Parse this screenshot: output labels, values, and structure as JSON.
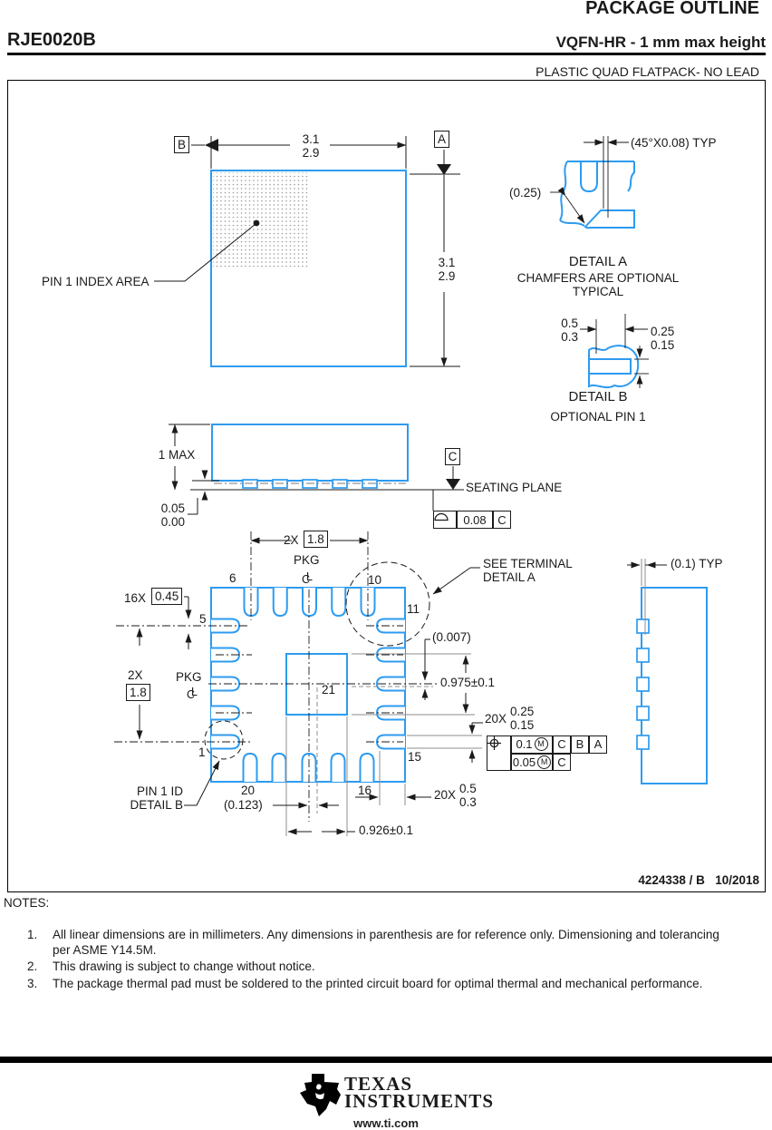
{
  "header": {
    "title": "PACKAGE OUTLINE",
    "part_number": "RJE0020B",
    "package_title": "VQFN-HR - 1 mm max height",
    "package_subtitle": "PLASTIC QUAD FLATPACK- NO LEAD"
  },
  "top_view": {
    "datum_a": "A",
    "datum_b": "B",
    "width_dim": {
      "max": "3.1",
      "min": "2.9"
    },
    "height_dim": {
      "max": "3.1",
      "min": "2.9"
    },
    "pin1_label": "PIN 1 INDEX AREA"
  },
  "detail_a": {
    "chamfer_dim": "(45°X0.08) TYP",
    "width_ref": "(0.25)",
    "title": "DETAIL A",
    "line1": "CHAMFERS ARE OPTIONAL",
    "line2": "TYPICAL"
  },
  "detail_b": {
    "len_dim": {
      "max": "0.5",
      "min": "0.3"
    },
    "th_dim": {
      "max": "0.25",
      "min": "0.15"
    },
    "title": "DETAIL B",
    "subtitle": "OPTIONAL PIN 1"
  },
  "side_view": {
    "height_dim": "1 MAX",
    "standoff": {
      "max": "0.05",
      "min": "0.00"
    },
    "datum_c": "C",
    "seating_label": "SEATING PLANE",
    "flatness": {
      "tol": "0.08",
      "datum": "C"
    }
  },
  "bottom_view": {
    "top_pitch": {
      "prefix": "2X",
      "value": "1.8"
    },
    "left_pitch": {
      "prefix": "2X",
      "value": "1.8"
    },
    "pkg_top": "PKG",
    "pkg_left": "PKG",
    "cl": {
      "c": "C",
      "l": "L"
    },
    "lead_len": {
      "prefix": "16X",
      "value": "0.45"
    },
    "pins": {
      "p1": "1",
      "p5": "5",
      "p6": "6",
      "p10": "10",
      "p11": "11",
      "p15": "15",
      "p16": "16",
      "p20": "20",
      "pad": "21"
    },
    "see_terminal_1": "SEE TERMINAL",
    "see_terminal_2": "DETAIL A",
    "pin1_id_1": "PIN 1 ID",
    "pin1_id_2": "DETAIL B",
    "pad_offset_y": "(0.007)",
    "pad_height": "0.975±0.1",
    "pad_width": "0.926±0.1",
    "pad_offset_x": "(0.123)",
    "lead_width": {
      "prefix": "20X",
      "max": "0.25",
      "min": "0.15"
    },
    "lead_len2": {
      "prefix": "20X",
      "max": "0.5",
      "min": "0.3"
    },
    "fcf": {
      "tol1": "0.1",
      "m1": "M",
      "d1": "C",
      "d2": "B",
      "d3": "A",
      "tol2": "0.05",
      "m2": "M",
      "d4": "C"
    },
    "side_gap": "(0.1) TYP"
  },
  "title_block": {
    "doc": "4224338 / B",
    "date": "10/2018"
  },
  "notes": {
    "heading": "NOTES:",
    "items": [
      {
        "num": "1.",
        "text": "All linear dimensions are in millimeters. Any dimensions in parenthesis are for reference only. Dimensioning and tolerancing per ASME Y14.5M."
      },
      {
        "num": "2.",
        "text": "This drawing is subject to change without notice."
      },
      {
        "num": "3.",
        "text": "The package thermal pad must be soldered to the printed circuit board for optimal thermal and mechanical performance."
      }
    ]
  },
  "brand": {
    "name_line1": "TEXAS",
    "name_line2": "INSTRUMENTS",
    "url": "www.ti.com"
  },
  "colors": {
    "line_blue": "#2D9BF0",
    "dim_black": "#1a1a1a",
    "ext_gray": "#8e8e8e"
  }
}
